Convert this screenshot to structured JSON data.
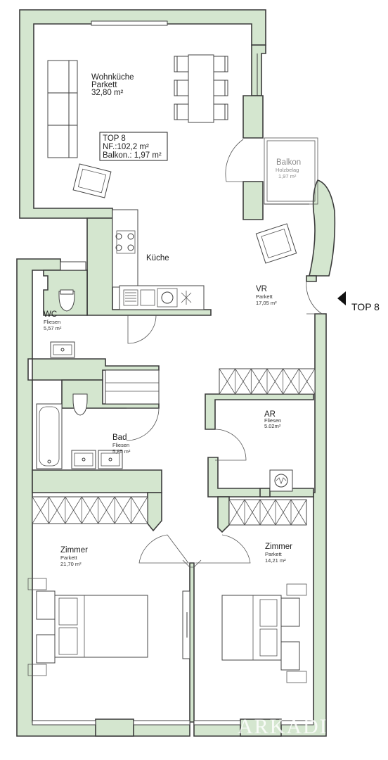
{
  "unit": {
    "name": "TOP 8",
    "nf": "NF.:102,2 m²",
    "balcony": "Balkon.: 1,97 m²"
  },
  "entrance_label": "TOP 8",
  "watermark": "ARKADIA",
  "rooms": {
    "wohnkueche": {
      "name": "Wohnküche",
      "floor": "Parkett",
      "area": "32,80 m²"
    },
    "kueche": {
      "name": "Küche"
    },
    "balkon": {
      "name": "Balkon",
      "floor": "Holzbelag",
      "area": "1,97 m²"
    },
    "vr": {
      "name": "VR",
      "floor": "Parkett",
      "area": "17,05 m²"
    },
    "wc": {
      "name": "WC",
      "floor": "Fliesen",
      "area": "5,57 m²"
    },
    "bad": {
      "name": "Bad",
      "floor": "Fliesen",
      "area": "5,85 m²"
    },
    "ar": {
      "name": "AR",
      "floor": "Fliesen",
      "area": "5.02m²"
    },
    "zimmer1": {
      "name": "Zimmer",
      "floor": "Parkett",
      "area": "21,70 m²"
    },
    "zimmer2": {
      "name": "Zimmer",
      "floor": "Parkett",
      "area": "14,21 m²"
    }
  },
  "colors": {
    "wall_fill": "#d4e6cf",
    "wall_stroke": "#3b3b3b"
  }
}
